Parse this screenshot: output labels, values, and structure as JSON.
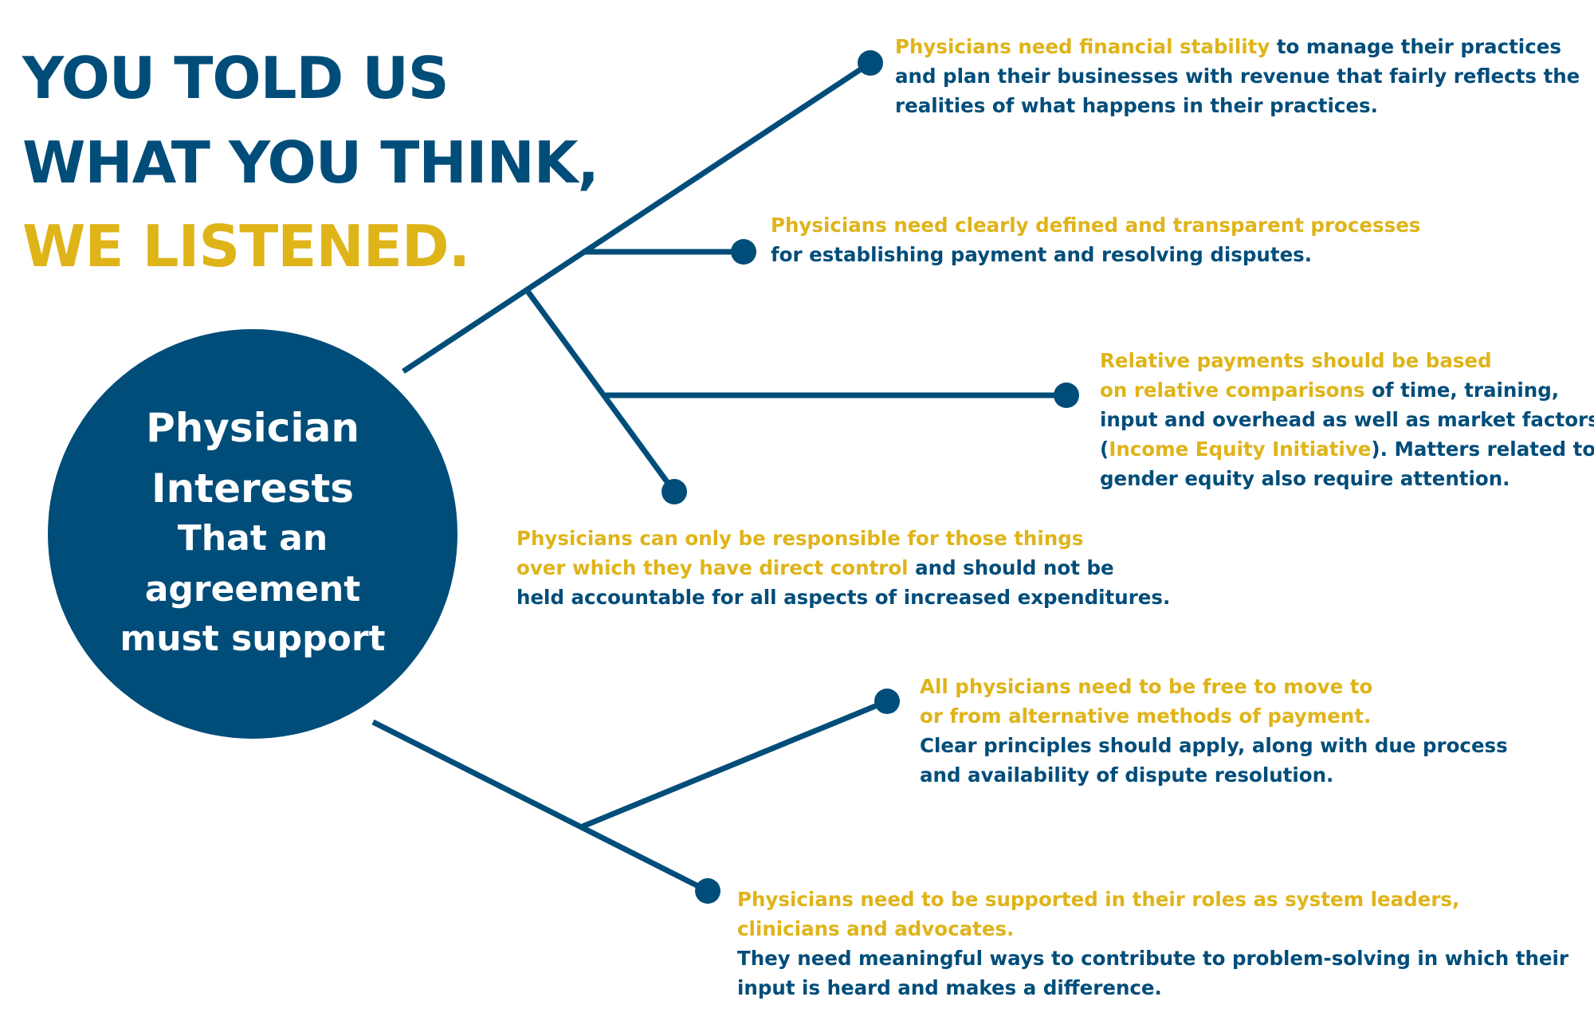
{
  "headline": {
    "line1": "YOU TOLD US",
    "line2": "WHAT YOU THINK,",
    "line3": "WE LISTENED."
  },
  "hub": {
    "line1": "Physician",
    "line2": "Interests",
    "line3": "That an",
    "line4": "agreement",
    "line5": "must support"
  },
  "points": {
    "financial": {
      "l1_hl": "Physicians need financial stability",
      "l1_rest": " to manage their practices",
      "l2": "and plan their businesses with revenue that fairly reflects the",
      "l3": "realities of what happens in their practices."
    },
    "processes": {
      "l1_hl": "Physicians need clearly defined and transparent processes",
      "l2": "for establishing payment and resolving disputes."
    },
    "relative": {
      "l1_hl": "Relative payments should be based",
      "l2_hl": "on relative comparisons",
      "l2_rest": " of time, training,",
      "l3": "input and overhead as well as market factors",
      "l4_a": "(",
      "l4_hl": "Income Equity Initiative",
      "l4_b": "). Matters related to",
      "l5": "gender equity also require attention."
    },
    "responsible": {
      "l1_hl": "Physicians can only be responsible for those things",
      "l2_hl": "over which they have direct control",
      "l2_rest": " and should not be",
      "l3": "held accountable for all aspects of increased expenditures."
    },
    "alternative": {
      "l1_hl": "All physicians need to be free to move to",
      "l2_hl": "or from alternative methods of payment.",
      "l3": "Clear principles should apply, along with due process",
      "l4": "and availability of dispute resolution."
    },
    "leaders": {
      "l1_hl": "Physicians need to be supported in their roles as system leaders,",
      "l2_hl": "clinicians and advocates.",
      "l3": "They need meaningful ways to contribute to problem-solving in which their",
      "l4": "input is heard and makes a difference."
    }
  },
  "colors": {
    "navy": "#004d7a",
    "gold": "#dfb419",
    "background": "#ffffff"
  }
}
